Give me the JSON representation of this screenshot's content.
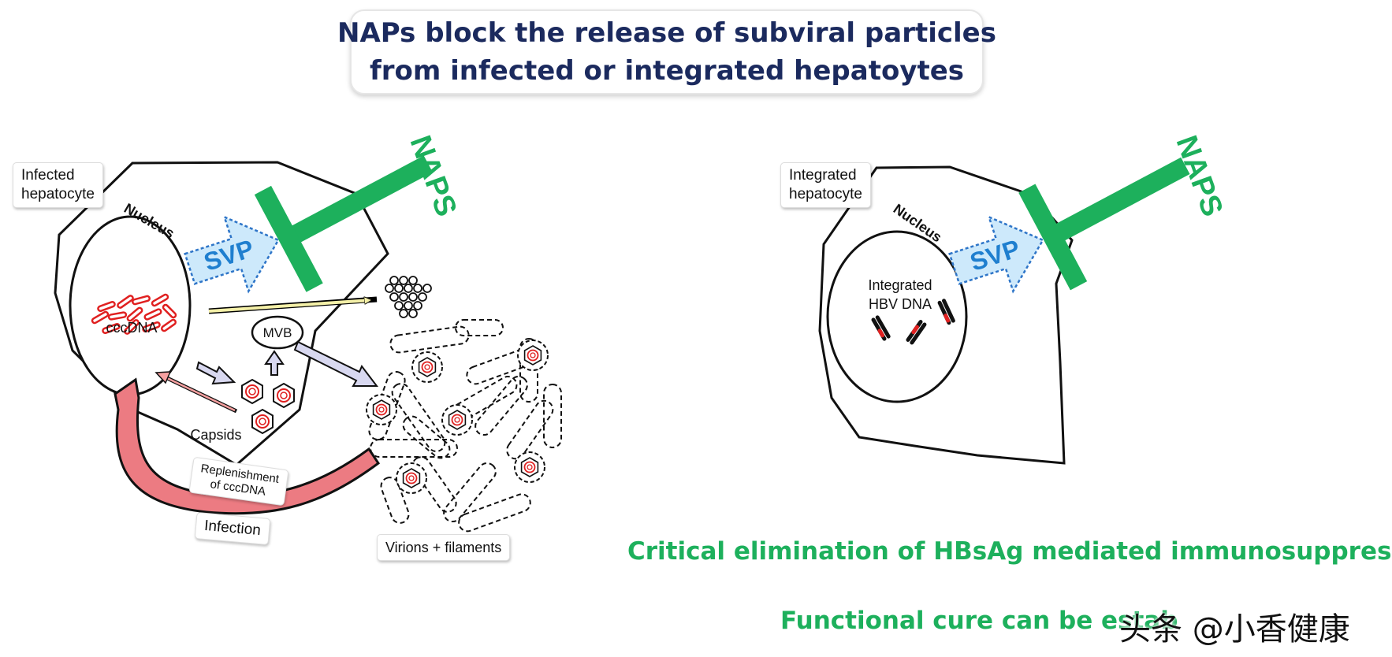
{
  "title": {
    "line1": "NAPs block the release of subviral particles",
    "line2": "from infected or integrated hepatoytes"
  },
  "left_panel": {
    "cell_label": [
      "Infected",
      "hepatocyte"
    ],
    "nucleus_label": "Nucleus",
    "svp_label": "SVP",
    "naps_label": "NAPS",
    "cccdna_label": "cccDNA",
    "mvb_label": "MVB",
    "capsids_label": "Capsids",
    "replenishment_label": [
      "Replenishment",
      "of cccDNA"
    ],
    "infection_label": "Infection",
    "virions_label": "Virions + filaments"
  },
  "right_panel": {
    "cell_label": [
      "Integrated",
      "hepatocyte"
    ],
    "nucleus_label": "Nucleus",
    "svp_label": "SVP",
    "naps_label": "NAPS",
    "dna_label": [
      "Integrated",
      "HBV DNA"
    ]
  },
  "conclusions": {
    "line1": "Critical elimination of HBsAg mediated immunosuppression",
    "line2": "Functional cure can be estab"
  },
  "watermark": "头条 @小香健康",
  "colors": {
    "title_text": "#1b2a5e",
    "naps_green": "#1db05c",
    "svp_fill": "#cde9fb",
    "svp_text": "#1f7fcf",
    "dna_red": "#e02020",
    "infection_arrow": "#ec7b82"
  }
}
